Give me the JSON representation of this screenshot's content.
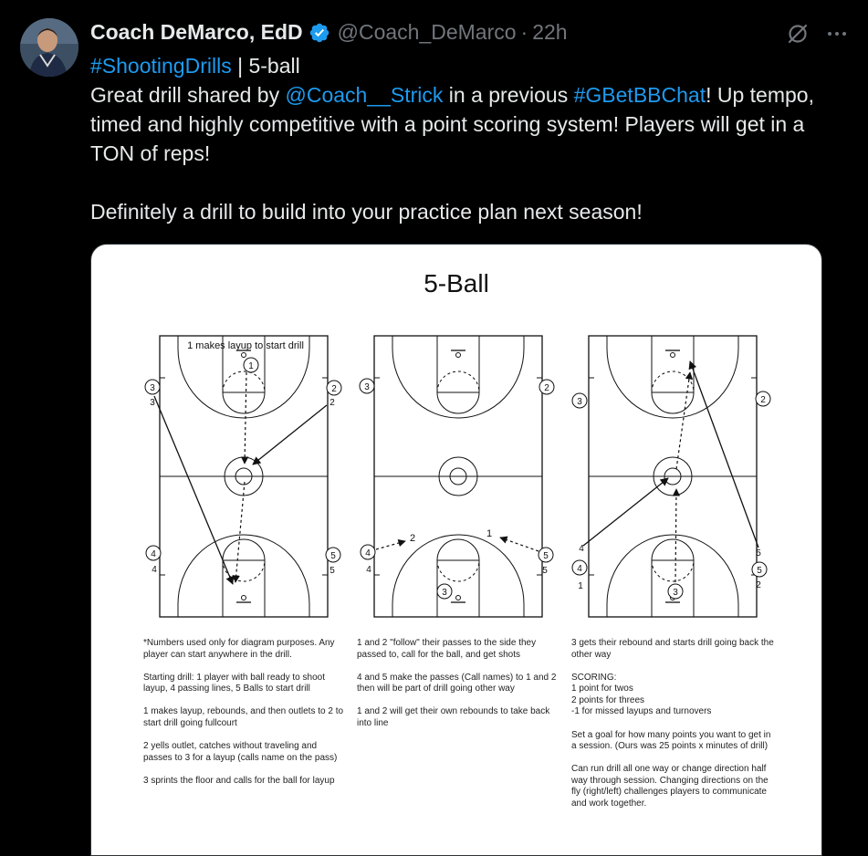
{
  "tweet": {
    "author_name": "Coach DeMarco, EdD",
    "handle": "@Coach_DeMarco",
    "separator": "·",
    "time": "22h",
    "lines": {
      "l1_tag": "#ShootingDrills",
      "l1_rest": " | 5-ball",
      "l2_a": "Great drill shared by ",
      "l2_mention": "@Coach__Strick",
      "l2_b": " in a previous ",
      "l2_tag": "#GBetBBChat",
      "l2_c": "! Up tempo, timed and highly competitive with a point scoring system! Players will get in a TON of reps!",
      "l3": "Definitely a drill to build into your practice plan next season!"
    }
  },
  "icons": {
    "verified": "verified-badge-icon",
    "grok": "grok-icon",
    "more": "more-icon"
  },
  "colors": {
    "background": "#000000",
    "text": "#e7e9ea",
    "muted": "#71767b",
    "link": "#1d9bf0"
  },
  "media": {
    "title": "5-Ball",
    "court1_note": "1 makes layup to start drill",
    "court1_labels": {
      "p1": "1",
      "p2": "2",
      "p2b": "2",
      "p3": "3",
      "p3b": "3",
      "p4": "4",
      "p4b": "4",
      "p5": "5",
      "p5b": "5"
    },
    "court2_labels": {
      "p2": "2",
      "p3": "3",
      "p3bot": "3",
      "p4": "4",
      "p4b": "4",
      "p5": "5",
      "p5b": "5",
      "n2": "2",
      "n1": "1"
    },
    "court3_labels": {
      "p2": "2",
      "p3": "3",
      "p3bot": "3",
      "p4": "4",
      "p4a": "4",
      "p4b": "1",
      "p5": "5",
      "p5a": "5",
      "p5b": "2"
    },
    "col1": [
      "*Numbers used only for diagram purposes. Any player can start anywhere in the drill.",
      "Starting drill: 1 player with ball ready to shoot layup, 4 passing lines, 5 Balls to start drill",
      "1 makes layup, rebounds, and then outlets to 2 to start drill going fullcourt",
      "2 yells outlet, catches without traveling and passes to 3 for a layup (calls name on the pass)",
      "3 sprints the floor and calls for the ball for layup"
    ],
    "col2": [
      "1 and 2 \"follow\" their passes to the side they passed to, call for the ball, and get shots",
      "4 and 5 make the passes (Call names) to 1 and 2 then will be part of drill going other way",
      "1 and 2 will get their own rebounds to take back into line"
    ],
    "col3": [
      "3 gets their rebound and starts drill going back the other way",
      "SCORING:",
      "1 point for twos",
      "2 points for threes",
      "-1 for missed layups and turnovers",
      "Set a goal for how many points you want to get in a session. (Ours was 25 points x minutes of drill)",
      "Can run drill all one way or change direction half way through session. Changing directions on the fly (right/left) challenges players to communicate and work together."
    ]
  }
}
